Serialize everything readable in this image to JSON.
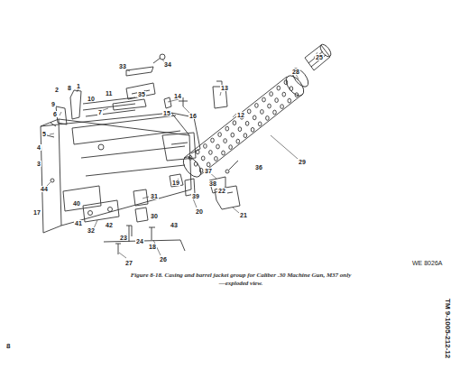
{
  "diagram": {
    "caption": "Figure 8-18. Casing and barrel jacket group for Caliber .30 Machine Gun, M37 only—exploded view.",
    "labels": [
      "33",
      "34",
      "35",
      "1",
      "7",
      "6",
      "5",
      "4",
      "3",
      "8",
      "9",
      "10",
      "11",
      "14",
      "15",
      "16",
      "13",
      "12",
      "2",
      "25",
      "28",
      "29",
      "37",
      "38",
      "20",
      "21",
      "19",
      "22",
      "36",
      "23",
      "27",
      "26",
      "32",
      "31",
      "30",
      "24",
      "40",
      "41",
      "42",
      "43",
      "44",
      "17",
      "18",
      "39",
      "WE 8026A",
      "TM 9-1005-212-12",
      "8"
    ]
  }
}
